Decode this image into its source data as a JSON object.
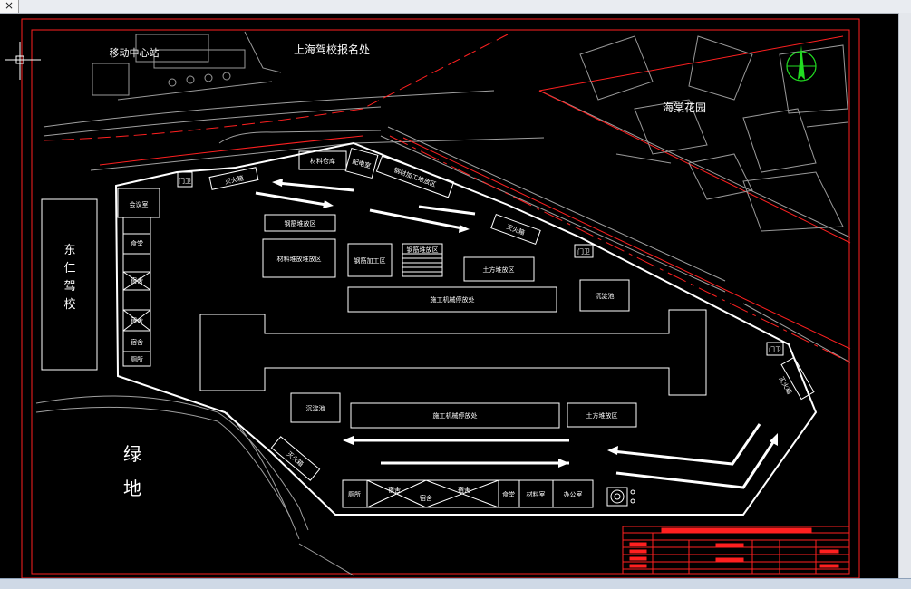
{
  "window": {
    "close_glyph": "×"
  },
  "map_labels": {
    "top_left_area": "移动中心站",
    "top_center": "上海驾校报名处",
    "top_right_area": "海棠花园",
    "left_building": [
      "东",
      "仁",
      "驾",
      "校"
    ],
    "green_area": [
      "绿",
      "地"
    ]
  },
  "site": {
    "gate1": "门卫",
    "gate2": "门卫",
    "gate3": "门卫",
    "fire_cabinet": "灭火箱",
    "meeting_room": "会议室",
    "material_room": "材料仓库",
    "power_room": "配电室",
    "formwork_area": "钢材加工堆放区",
    "fire_box2": "灭火箱",
    "fire_box3": "灭火箱",
    "fire_box4": "灭火箱",
    "stacking_top": "钢筋堆放区",
    "rebar_storage": "材料堆放堆放区",
    "rebar_process": "钢筋加工区",
    "steel_stack": "钢筋堆放区",
    "earth_stack": "土方堆放区",
    "machine_area_top": "施工机械停放处",
    "machine_area_bottom": "施工机械停放处",
    "pool_top": "沉淀池",
    "pool_bottom": "沉淀池",
    "earth_stack2": "土方堆放区",
    "canteen_left": "食堂",
    "dorm": "宿舍",
    "toilet_left": "厕所",
    "toilet_bottom": "厕所",
    "dorm_bottom": "宿舍",
    "canteen_bottom": "食堂",
    "material_bottom": "材料室",
    "office": "办公室"
  },
  "colors": {
    "line": "#ffffff",
    "border": "#ff2020",
    "road": "#b0b0b0",
    "compass": "#22dd22"
  }
}
